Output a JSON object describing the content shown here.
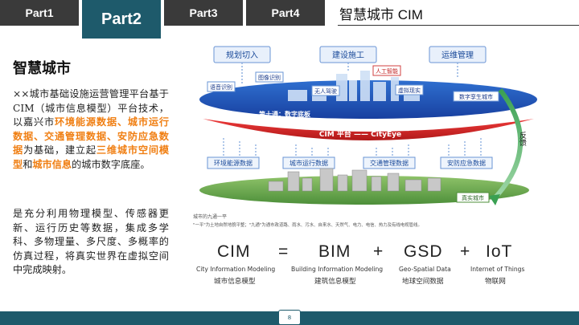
{
  "tabs": [
    {
      "label": "Part1"
    },
    {
      "label": "Part2"
    },
    {
      "label": "Part3"
    },
    {
      "label": "Part4"
    }
  ],
  "slide_title": "智慧城市 CIM",
  "heading": "智慧城市",
  "para1": {
    "intro": "××城市基础设施运营管理平台基于CIM（城市信息模型）平台技术，以嘉兴市",
    "hl1": "环境能源数据、城市运行数据、交通管理数据、安防应急数据",
    "mid1": "为基础，建立起",
    "hl2": "三维城市空间模型",
    "mid2": "和",
    "hl3": "城市信息",
    "end": "的城市数字底座。"
  },
  "para2": "是充分利用物理模型、传感器更新、运行历史等数据，集成多学科、多物理量、多尺度、多概率的仿真过程，将真实世界在虚拟空间中完成映射。",
  "diagram": {
    "top_boxes": [
      "规划切入",
      "建设施工",
      "运维管理"
    ],
    "inner_labels": [
      "语音识别",
      "图像识别",
      "无人驾驶",
      "人工智能",
      "虚拟现实",
      "数字孪生城市"
    ],
    "base_label": "第十通：数字底板",
    "platform_label": "CIM 平台 —— CityEye",
    "data_boxes": [
      "环境能源数据",
      "城市运行数据",
      "交通管理数据",
      "安防应急数据"
    ],
    "feedback": "反馈",
    "real_city": "真实城市",
    "caption_title": "城市的九通一平",
    "caption_text": "\"一平\"为土地自然地貌平整；\"九通\"为通市政道路、雨水、污水、自来水、天然气、电力、电信、热力及有线电视管线。"
  },
  "equation": {
    "terms": [
      "CIM",
      "=",
      "BIM",
      "+",
      "GSD",
      "+",
      "IoT"
    ],
    "en": [
      "City Information Modeling",
      "Building Information Modeling",
      "Geo-Spatial Data",
      "Internet of Things"
    ],
    "cn": [
      "城市信息模型",
      "建筑信息模型",
      "地球空间数据",
      "物联网"
    ]
  },
  "page_number": "8",
  "colors": {
    "accent": "#1e5a6b",
    "highlight": "#f07f13",
    "tab_dark": "#3a3a3a",
    "platform_red": "#d8282e"
  }
}
